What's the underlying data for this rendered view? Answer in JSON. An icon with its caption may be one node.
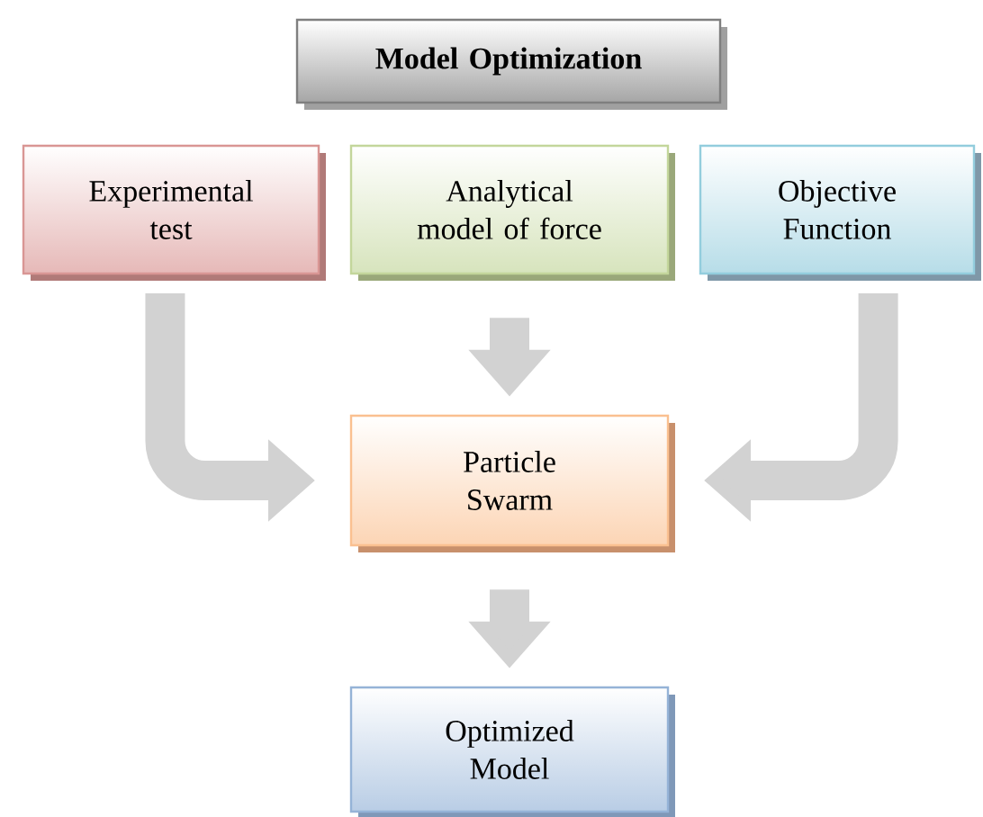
{
  "diagram": {
    "nodes": [
      {
        "text": [
          "Model Optimization"
        ]
      },
      {
        "text": [
          "Experimental test"
        ]
      },
      {
        "text": [
          "Analytical model of force"
        ]
      },
      {
        "text": [
          "Objective Function"
        ]
      },
      {
        "text": [
          "Particle Swarm"
        ]
      },
      {
        "text": [
          "Optimized Model"
        ]
      }
    ],
    "edges": [
      {
        "from": 1,
        "to": 4,
        "arrow": "to"
      },
      {
        "from": 2,
        "to": 4,
        "arrow": "to"
      },
      {
        "from": 3,
        "to": 4,
        "arrow": "to"
      },
      {
        "from": 4,
        "to": 5,
        "arrow": "to"
      }
    ]
  }
}
